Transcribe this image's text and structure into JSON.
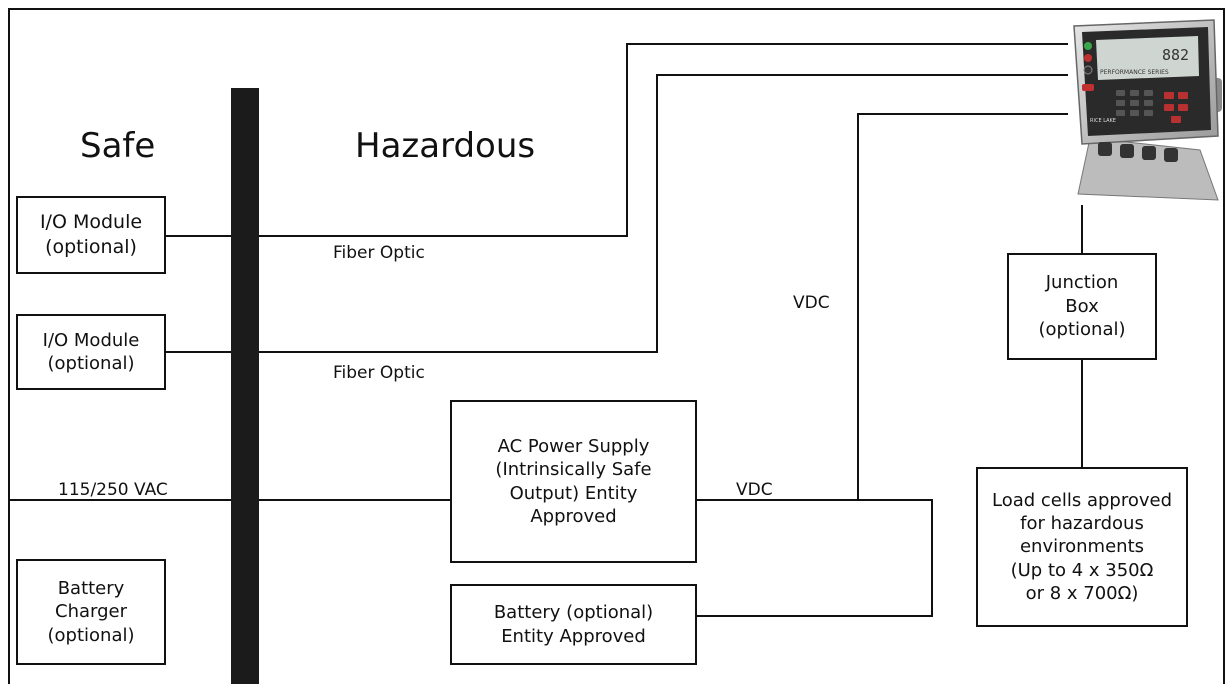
{
  "zones": {
    "safe": "Safe",
    "hazardous": "Hazardous"
  },
  "boxes": {
    "io_module_1": "I/O Module\n(optional)",
    "io_module_2": "I/O Module\n(optional)",
    "battery_charger": "Battery\nCharger\n(optional)",
    "ac_power_supply": "AC Power Supply\n(Intrinsically Safe\nOutput) Entity\nApproved",
    "battery": "Battery (optional)\nEntity Approved",
    "junction_box": "Junction\nBox\n(optional)",
    "load_cells": "Load cells approved\nfor hazardous\nenvironments\n(Up to 4 x 350Ω\nor 8 x 700Ω)"
  },
  "labels": {
    "fiber_optic_1": "Fiber Optic",
    "fiber_optic_2": "Fiber Optic",
    "vac": "115/250 VAC",
    "vdc_upper": "VDC",
    "vdc_lower": "VDC"
  },
  "indicator": {
    "display_value": "882",
    "display_caption": "PERFORMANCE SERIES",
    "brand": "RICE LAKE",
    "body_color": "#c9c9c9",
    "screen_color": "#cfd6d2"
  }
}
